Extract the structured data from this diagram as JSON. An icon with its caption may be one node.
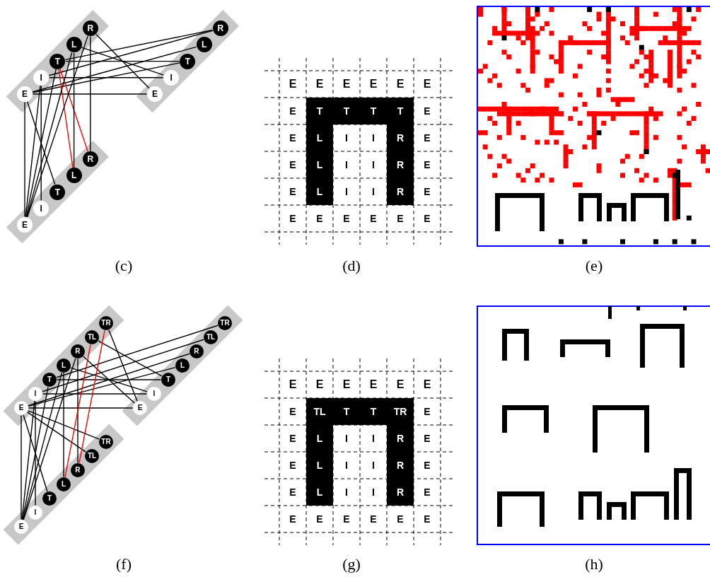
{
  "diagram": {
    "nodes": [
      {
        "text": [],
        "shape": "bar"
      },
      {
        "text": [
          "E"
        ],
        "in": 0
      },
      {
        "text": [
          "I"
        ],
        "in": 0
      },
      {
        "text": [
          "T"
        ],
        "in": 0
      },
      {
        "text": [
          "L"
        ],
        "in": 0
      },
      {
        "text": [
          "R"
        ],
        "in": 0
      },
      {
        "text": [],
        "shape": "bar"
      },
      {
        "text": [
          "E"
        ],
        "in": 6
      },
      {
        "text": [
          "I"
        ],
        "in": 6
      },
      {
        "text": [
          "T"
        ],
        "in": 6
      },
      {
        "text": [
          "L"
        ],
        "in": 6
      },
      {
        "text": [
          "R"
        ],
        "in": 6
      },
      {
        "text": [],
        "shape": "bar"
      },
      {
        "text": [
          "E"
        ],
        "in": 12
      },
      {
        "text": [
          "I"
        ],
        "in": 12
      },
      {
        "text": [
          "T"
        ],
        "in": 12
      },
      {
        "text": [
          "L"
        ],
        "in": 12
      },
      {
        "text": [
          "R"
        ],
        "in": 12
      },
      {
        "text": [],
        "shape": "bar"
      },
      {
        "text": [
          "E"
        ],
        "in": 18
      },
      {
        "text": [
          "I"
        ],
        "in": 18
      },
      {
        "text": [
          "T"
        ],
        "in": 18
      },
      {
        "text": [
          "L"
        ],
        "in": 18
      },
      {
        "text": [
          "R"
        ],
        "in": 18
      },
      {
        "text": [
          "TL"
        ],
        "in": 18
      },
      {
        "text": [
          "TR"
        ],
        "in": 18
      },
      {
        "text": [],
        "shape": "bar"
      },
      {
        "text": [
          "E"
        ],
        "in": 26
      },
      {
        "text": [
          "I"
        ],
        "in": 26
      },
      {
        "text": [
          "T"
        ],
        "in": 26
      },
      {
        "text": [
          "L"
        ],
        "in": 26
      },
      {
        "text": [
          "R"
        ],
        "in": 26
      },
      {
        "text": [
          "TL"
        ],
        "in": 26
      },
      {
        "text": [
          "TR"
        ],
        "in": 26
      },
      {
        "text": [],
        "shape": "bar"
      },
      {
        "text": [
          "E"
        ],
        "in": 34
      },
      {
        "text": [
          "I"
        ],
        "in": 34
      },
      {
        "text": [
          "T"
        ],
        "in": 34
      },
      {
        "text": [
          "L"
        ],
        "in": 34
      },
      {
        "text": [
          "R"
        ],
        "in": 34
      },
      {
        "text": [
          "TL"
        ],
        "in": 34
      },
      {
        "text": [
          "TR"
        ],
        "in": 34
      }
    ],
    "edges": [
      {
        "from": 1,
        "to": 7,
        "arrow": "none"
      },
      {
        "from": 1,
        "to": 9,
        "arrow": "none"
      },
      {
        "from": 1,
        "to": 10,
        "arrow": "none"
      },
      {
        "from": 1,
        "to": 13,
        "arrow": "none"
      },
      {
        "from": 1,
        "to": 15,
        "arrow": "none"
      },
      {
        "from": 2,
        "to": 8,
        "arrow": "none"
      },
      {
        "from": 2,
        "to": 11,
        "arrow": "none"
      },
      {
        "from": 2,
        "to": 14,
        "arrow": "none"
      },
      {
        "from": 2,
        "to": 13,
        "arrow": "none"
      },
      {
        "from": 3,
        "to": 9,
        "arrow": "none"
      },
      {
        "from": 3,
        "to": 11,
        "arrow": "none"
      },
      {
        "from": 3,
        "to": 16,
        "arrow": "none",
        "color": "#ff0000"
      },
      {
        "from": 3,
        "to": 17,
        "arrow": "none",
        "color": "#ff0000"
      },
      {
        "from": 3,
        "to": 13,
        "arrow": "none"
      },
      {
        "from": 4,
        "to": 8,
        "arrow": "none"
      },
      {
        "from": 4,
        "to": 16,
        "arrow": "none"
      },
      {
        "from": 4,
        "to": 13,
        "arrow": "none"
      },
      {
        "from": 5,
        "to": 7,
        "arrow": "none"
      },
      {
        "from": 5,
        "to": 17,
        "arrow": "none"
      },
      {
        "from": 5,
        "to": 13,
        "arrow": "none"
      },
      {
        "from": 19,
        "to": 27,
        "arrow": "none"
      },
      {
        "from": 19,
        "to": 30,
        "arrow": "none"
      },
      {
        "from": 19,
        "to": 31,
        "arrow": "none"
      },
      {
        "from": 19,
        "to": 35,
        "arrow": "none"
      },
      {
        "from": 19,
        "to": 37,
        "arrow": "none"
      },
      {
        "from": 19,
        "to": 40,
        "arrow": "none"
      },
      {
        "from": 19,
        "to": 41,
        "arrow": "none"
      },
      {
        "from": 20,
        "to": 28,
        "arrow": "none"
      },
      {
        "from": 20,
        "to": 32,
        "arrow": "none"
      },
      {
        "from": 20,
        "to": 36,
        "arrow": "none"
      },
      {
        "from": 20,
        "to": 35,
        "arrow": "none"
      },
      {
        "from": 21,
        "to": 29,
        "arrow": "none"
      },
      {
        "from": 21,
        "to": 33,
        "arrow": "none"
      },
      {
        "from": 21,
        "to": 35,
        "arrow": "none"
      },
      {
        "from": 22,
        "to": 28,
        "arrow": "none"
      },
      {
        "from": 22,
        "to": 38,
        "arrow": "none"
      },
      {
        "from": 22,
        "to": 35,
        "arrow": "none"
      },
      {
        "from": 23,
        "to": 27,
        "arrow": "none"
      },
      {
        "from": 23,
        "to": 39,
        "arrow": "none"
      },
      {
        "from": 23,
        "to": 35,
        "arrow": "none"
      },
      {
        "from": 24,
        "to": 29,
        "arrow": "none"
      },
      {
        "from": 24,
        "to": 38,
        "arrow": "none",
        "color": "#ff0000"
      },
      {
        "from": 25,
        "to": 27,
        "arrow": "none"
      },
      {
        "from": 25,
        "to": 39,
        "arrow": "none",
        "color": "#ff0000"
      }
    ],
    "labels": [
      "E",
      "E",
      "E",
      "E",
      "E",
      "E",
      "E",
      "T",
      "T",
      "T",
      "T",
      "E",
      "E",
      "L",
      "I",
      "I",
      "R",
      "E",
      "E",
      "L",
      "I",
      "I",
      "R",
      "E",
      "E",
      "L",
      "I",
      "I",
      "R",
      "E",
      "E",
      "E",
      "E",
      "E",
      "E",
      "E",
      "(c)",
      "(d)",
      "(e)",
      "E",
      "E",
      "E",
      "E",
      "E",
      "E",
      "E",
      "TL",
      "T",
      "T",
      "TR",
      "E",
      "E",
      "L",
      "I",
      "I",
      "R",
      "E",
      "E",
      "L",
      "I",
      "I",
      "R",
      "E",
      "E",
      "L",
      "I",
      "I",
      "R",
      "E",
      "E",
      "E",
      "E",
      "E",
      "E",
      "E",
      "(f)",
      "(g)",
      "(h)"
    ]
  }
}
